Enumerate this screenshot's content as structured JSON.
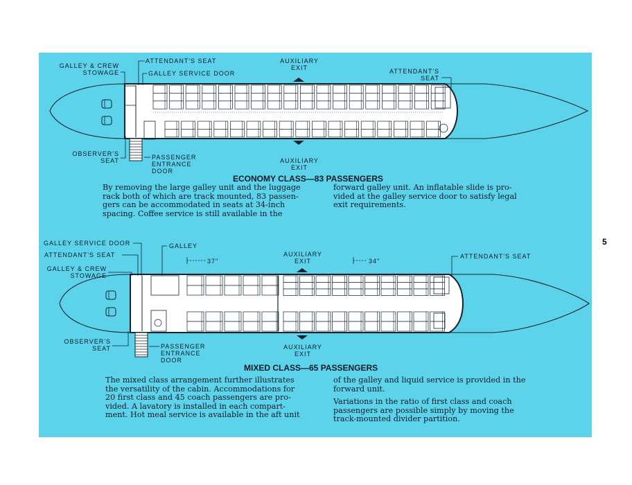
{
  "page_number": "5",
  "economy": {
    "labels": {
      "galley_crew_stowage": "GALLEY & CREW\nSTOWAGE",
      "attendants_seat_fwd": "ATTENDANT'S SEAT",
      "galley_service_door": "GALLEY SERVICE DOOR",
      "auxiliary_exit_top": "AUXILIARY\nEXIT",
      "attendants_seat_aft": "ATTENDANT'S\nSEAT",
      "observers_seat": "OBSERVER'S\nSEAT",
      "passenger_entrance_door": "PASSENGER\nENTRANCE\nDOOR",
      "auxiliary_exit_bottom": "AUXILIARY\nEXIT"
    },
    "title": "ECONOMY CLASS—83 PASSENGERS",
    "text_left": "By removing the large galley unit and the luggage\nrack both of which are track mounted, 83 passen-\ngers can be accommodated in seats at 34-inch\nspacing. Coffee service is still available in the",
    "text_right": "forward galley unit. An inflatable slide is pro-\nvided at the galley service door to satisfy legal\nexit requirements."
  },
  "mixed": {
    "labels": {
      "galley_service_door": "GALLEY SERVICE DOOR",
      "attendants_seat_fwd": "ATTENDANT'S SEAT",
      "galley_crew_stowage": "GALLEY & CREW\nSTOWAGE",
      "galley": "GALLEY",
      "pitch_first": "37\"",
      "auxiliary_exit_top": "AUXILIARY\nEXIT",
      "pitch_coach": "34\"",
      "attendants_seat_aft": "ATTENDANT'S SEAT",
      "observers_seat": "OBSERVER'S\nSEAT",
      "passenger_entrance_door": "PASSENGER\nENTRANCE\nDOOR",
      "auxiliary_exit_bottom": "AUXILIARY\nEXIT"
    },
    "title": "MIXED CLASS—65 PASSENGERS",
    "text_left": "The mixed class arrangement further illustrates\nthe versatility of the cabin. Accommodations for\n20 first class and 45 coach passengers are pro-\nvided. A lavatory is installed in each compart-\nment. Hot meal service is available in the aft unit",
    "text_right_1": "of the galley and liquid service is provided in the\nforward unit.",
    "text_right_2": "Variations in the ratio of first class and coach\npassengers are possible simply by moving the\ntrack-mounted divider partition."
  },
  "colors": {
    "panel": "#5cd3eb",
    "ink": "#0b1a24",
    "cabin": "#ffffff",
    "outline": "#10232d"
  }
}
